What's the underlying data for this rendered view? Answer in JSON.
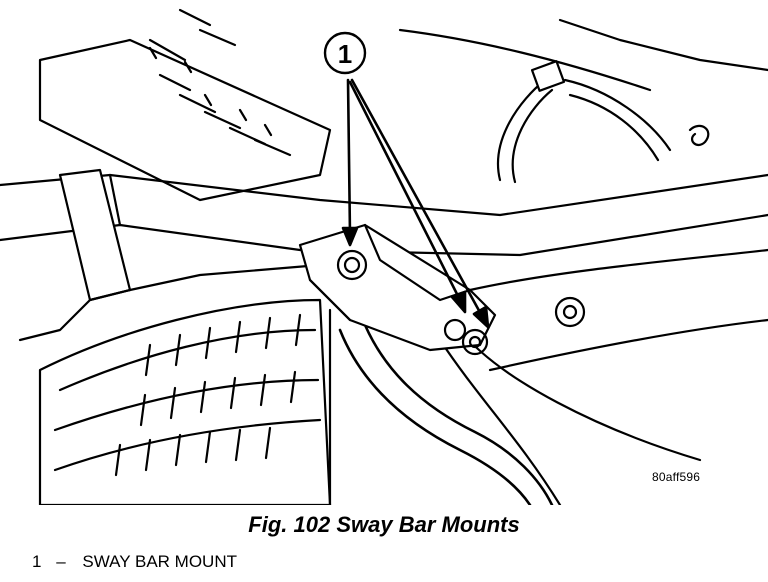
{
  "callout": {
    "number": "1"
  },
  "figure": {
    "id": "80aff596",
    "caption": "Fig. 102 Sway Bar Mounts"
  },
  "legend": {
    "items": [
      {
        "number": "1",
        "separator": "–",
        "label": "SWAY BAR MOUNT"
      }
    ]
  }
}
